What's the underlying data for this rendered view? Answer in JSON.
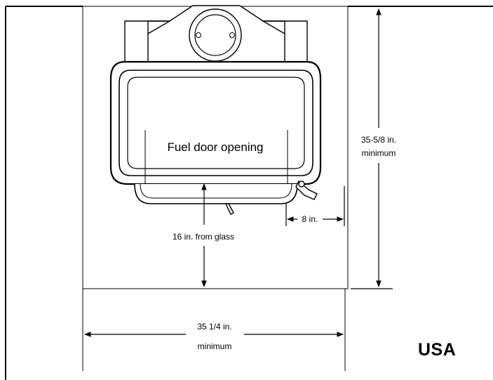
{
  "labels": {
    "fuel_door": "Fuel door opening",
    "depth": "35-5/8 in.",
    "depth_sub": "minimum",
    "side": "8 in.",
    "glass": "16 in. from glass",
    "width": "35 1/4 in.",
    "width_sub": "minimum",
    "region": "USA"
  }
}
